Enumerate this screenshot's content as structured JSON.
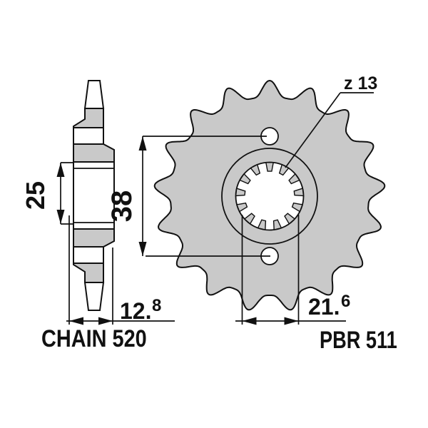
{
  "colors": {
    "background": "#ffffff",
    "part_fill": "#c9c9c9",
    "line": "#111111"
  },
  "front_view": {
    "teeth_count_label": "z 13"
  },
  "dimensions": {
    "bore_length": "25",
    "hole_spacing": "38",
    "overall_width": {
      "main": "12.",
      "sup": "8"
    },
    "hub_width": {
      "main": "21.",
      "sup": "6"
    }
  },
  "footer": {
    "chain_label": "CHAIN 520",
    "part_number": "PBR 511"
  }
}
